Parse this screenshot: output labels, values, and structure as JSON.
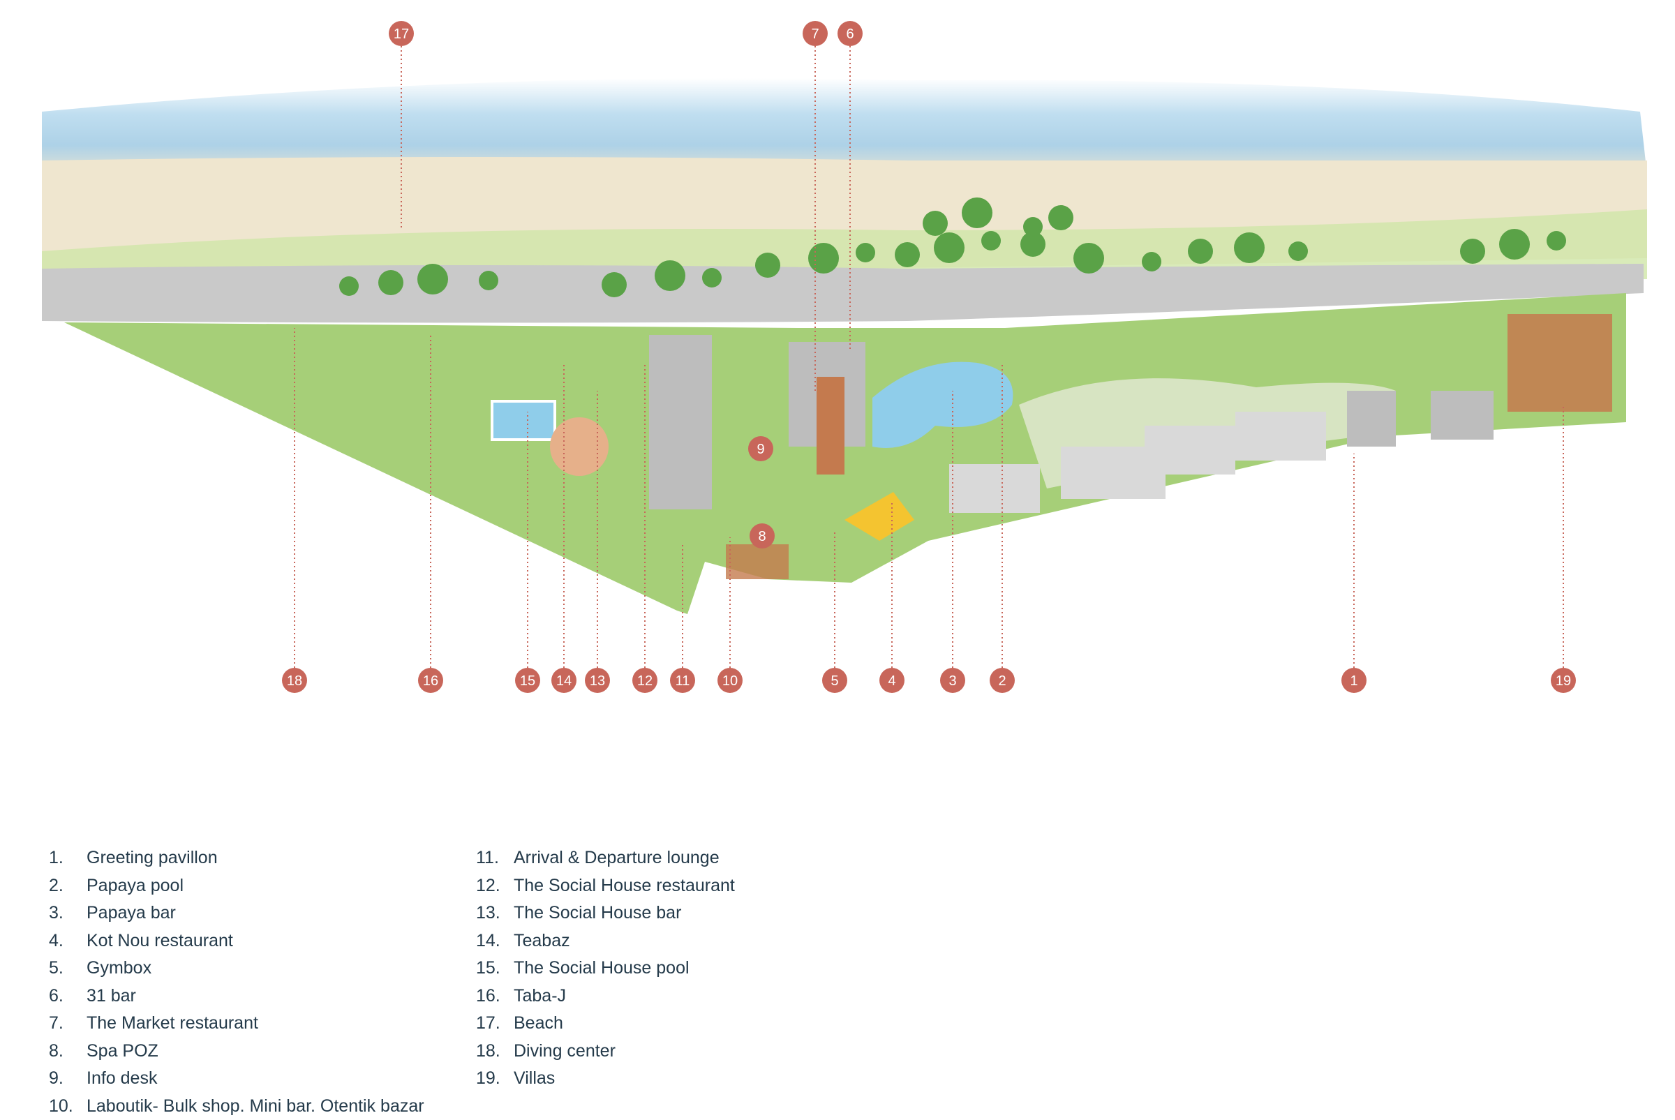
{
  "colors": {
    "marker": "#c8665a",
    "marker_line": "#c8665a",
    "legend_text": "#243a4a",
    "sea": "#a9cfe6",
    "sand": "#efe6cf",
    "road": "#c9c9c9",
    "lawn": "#a6cf78",
    "tree": "#5aa247",
    "roof": "#c47a4e",
    "pool": "#8fcdea",
    "yellow_deck": "#f4c430"
  },
  "markers": [
    {
      "label": "17"
    },
    {
      "label": "7"
    },
    {
      "label": "6"
    },
    {
      "label": "9"
    },
    {
      "label": "8"
    },
    {
      "label": "18"
    },
    {
      "label": "16"
    },
    {
      "label": "15"
    },
    {
      "label": "14"
    },
    {
      "label": "13"
    },
    {
      "label": "12"
    },
    {
      "label": "11"
    },
    {
      "label": "10"
    },
    {
      "label": "5"
    },
    {
      "label": "4"
    },
    {
      "label": "3"
    },
    {
      "label": "2"
    },
    {
      "label": "1"
    },
    {
      "label": "19"
    }
  ],
  "legend": [
    {
      "num": "1.",
      "label": "Greeting pavillon"
    },
    {
      "num": "2.",
      "label": "Papaya pool"
    },
    {
      "num": "3.",
      "label": "Papaya bar"
    },
    {
      "num": "4.",
      "label": "Kot Nou restaurant"
    },
    {
      "num": "5.",
      "label": "Gymbox"
    },
    {
      "num": "6.",
      "label": "31 bar"
    },
    {
      "num": "7.",
      "label": "The Market restaurant"
    },
    {
      "num": "8.",
      "label": "Spa POZ"
    },
    {
      "num": "9.",
      "label": "Info desk"
    },
    {
      "num": "10.",
      "label": "Laboutik- Bulk shop. Mini bar. Otentik bazar"
    },
    {
      "num": "11.",
      "label": "Arrival & Departure lounge"
    },
    {
      "num": "12.",
      "label": "The Social House restaurant"
    },
    {
      "num": "13.",
      "label": "The Social House bar"
    },
    {
      "num": "14.",
      "label": "Teabaz"
    },
    {
      "num": "15.",
      "label": "The Social House pool"
    },
    {
      "num": "16.",
      "label": "Taba-J"
    },
    {
      "num": "17.",
      "label": "Beach"
    },
    {
      "num": "18.",
      "label": "Diving center"
    },
    {
      "num": "19.",
      "label": "Villas"
    }
  ]
}
